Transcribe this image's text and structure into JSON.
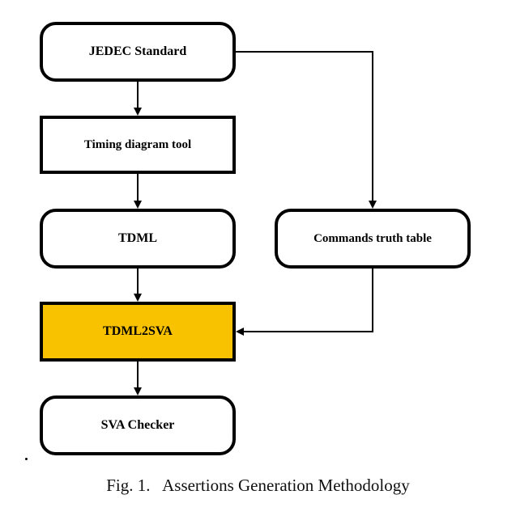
{
  "nodes": {
    "jedec": "JEDEC Standard",
    "timing_tool": "Timing diagram tool",
    "tdml": "TDML",
    "truth_table": "Commands truth table",
    "tdml2sva": "TDML2SVA",
    "sva_checker": "SVA Checker"
  },
  "caption": "Fig. 1.   Assertions Generation Methodology",
  "colors": {
    "highlight": "#f9c200",
    "stroke": "#000000"
  }
}
